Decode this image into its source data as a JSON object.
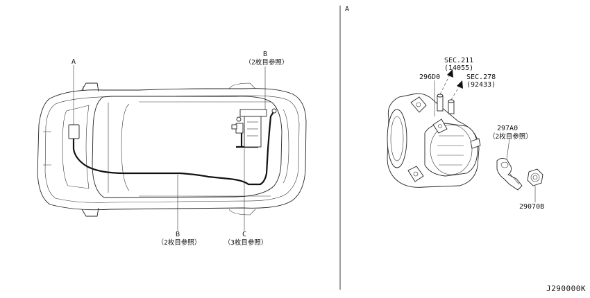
{
  "left_panel": {
    "callout_a": "A",
    "callout_b_top": {
      "letter": "B",
      "note": "（2枚目参照）"
    },
    "callout_b_bottom": {
      "letter": "B",
      "note": "（2枚目参照）"
    },
    "callout_c": {
      "letter": "C",
      "note": "（3枚目参照）"
    }
  },
  "right_panel": {
    "section_letter": "A",
    "sec_211": {
      "label": "SEC.211",
      "sub": "(14055)"
    },
    "sec_278": {
      "label": "SEC.278",
      "sub": "(92433)"
    },
    "part_296d0": "296D0",
    "part_297a0": {
      "label": "297A0",
      "note": "（2枚目参照）"
    },
    "part_29070b": "29070B"
  },
  "footer": {
    "diagram_code": "J290000K"
  }
}
